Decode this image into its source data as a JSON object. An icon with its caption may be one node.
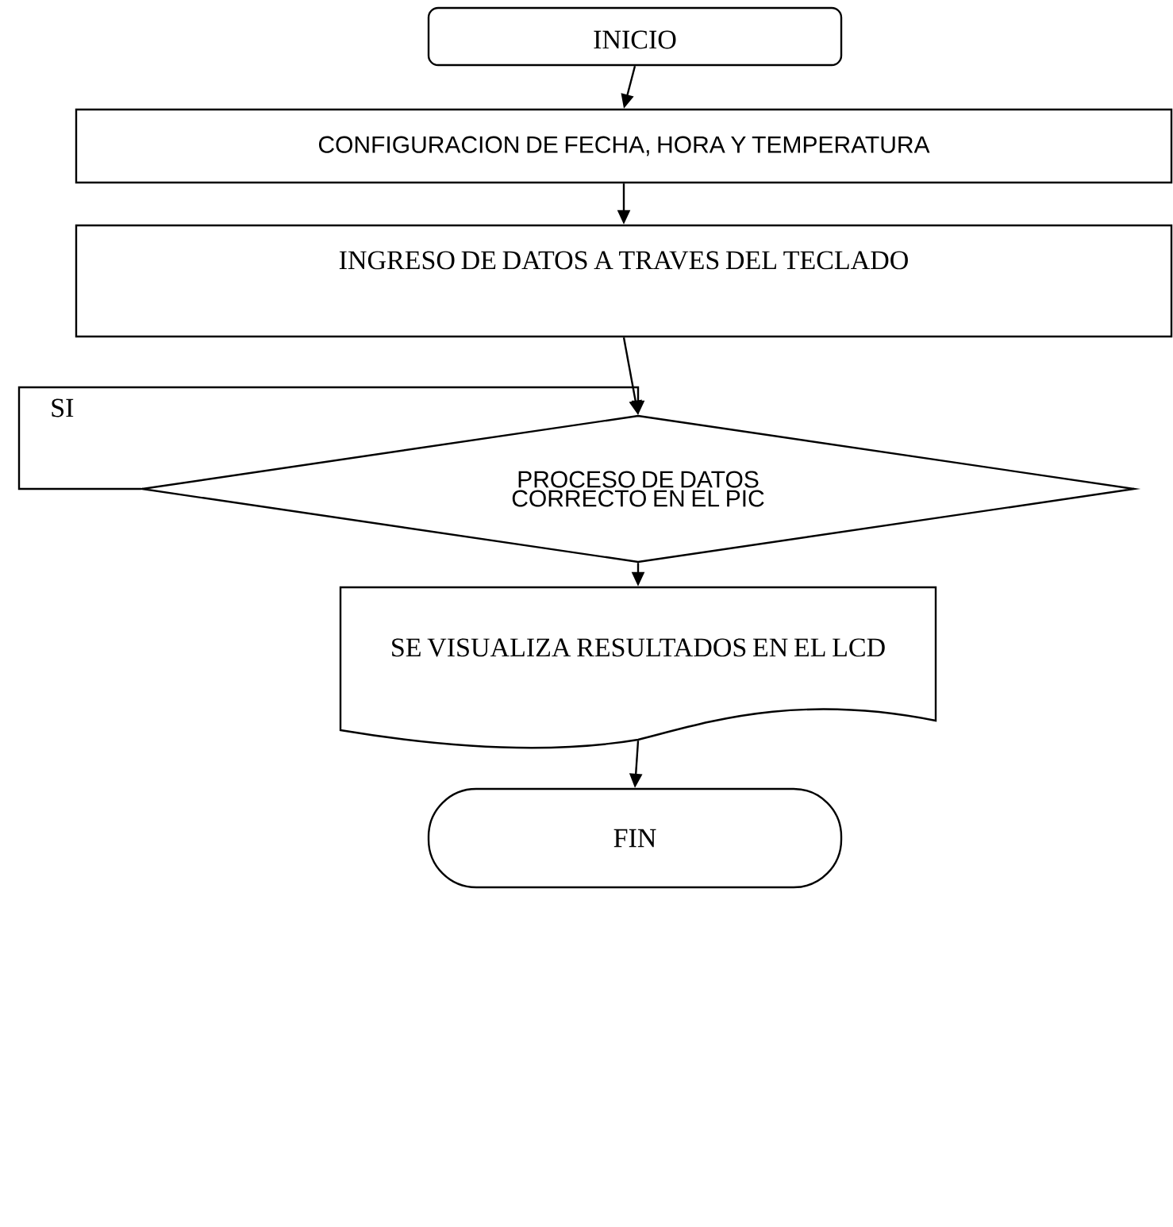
{
  "diagram": {
    "nodes": [
      {
        "text": [
          "INICIO"
        ]
      },
      {
        "text": [
          "CONFIGURACION DE FECHA, HORA  Y TEMPERATURA"
        ]
      },
      {
        "text": [
          "INGRESO DE DATOS A TRAVES DEL TECLADO"
        ]
      },
      {
        "text": [
          "PROCESO DE DATOS CORRECTO EN EL PIC"
        ]
      },
      {
        "text": [
          "SE VISUALIZA RESULTADOS EN EL LCD"
        ]
      },
      {
        "text": [
          "FIN"
        ]
      }
    ],
    "edges": [
      {
        "from": 0,
        "to": 1,
        "arrow": "to"
      },
      {
        "from": 1,
        "to": 2,
        "arrow": "to"
      },
      {
        "from": 2,
        "to": 3,
        "arrow": "to"
      },
      {
        "from": 3,
        "to": 4,
        "arrow": "to"
      },
      {
        "from": 4,
        "to": 5,
        "arrow": "to"
      },
      {
        "from": 3,
        "to": 3,
        "arrow": "to",
        "label": "SI"
      }
    ]
  }
}
